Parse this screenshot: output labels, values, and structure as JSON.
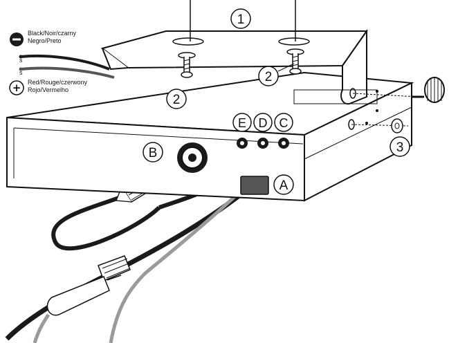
{
  "polarity": {
    "negative": {
      "symbol": "−",
      "line1": "Black/Noir/czarny",
      "line2": "Negro/Preto",
      "wire_color": "#1a1a1a"
    },
    "positive": {
      "symbol": "+",
      "line1": "Red/Rouge/czerwony",
      "line2": "Rojo/Vermelho",
      "wire_color": "#555555"
    }
  },
  "callouts": {
    "bracket": "1",
    "screw_left": "2",
    "screw_right": "2",
    "knob": "3",
    "connector_a": "A",
    "connector_b": "B",
    "jack_c": "C",
    "jack_d": "D",
    "jack_e": "E"
  },
  "wire_markers": {
    "negative": "s",
    "positive": "s"
  },
  "colors": {
    "line": "#111111",
    "body_fill": "#ffffff",
    "cable_dark": "#1a1a1a",
    "cable_grey": "#9a9a9a"
  }
}
